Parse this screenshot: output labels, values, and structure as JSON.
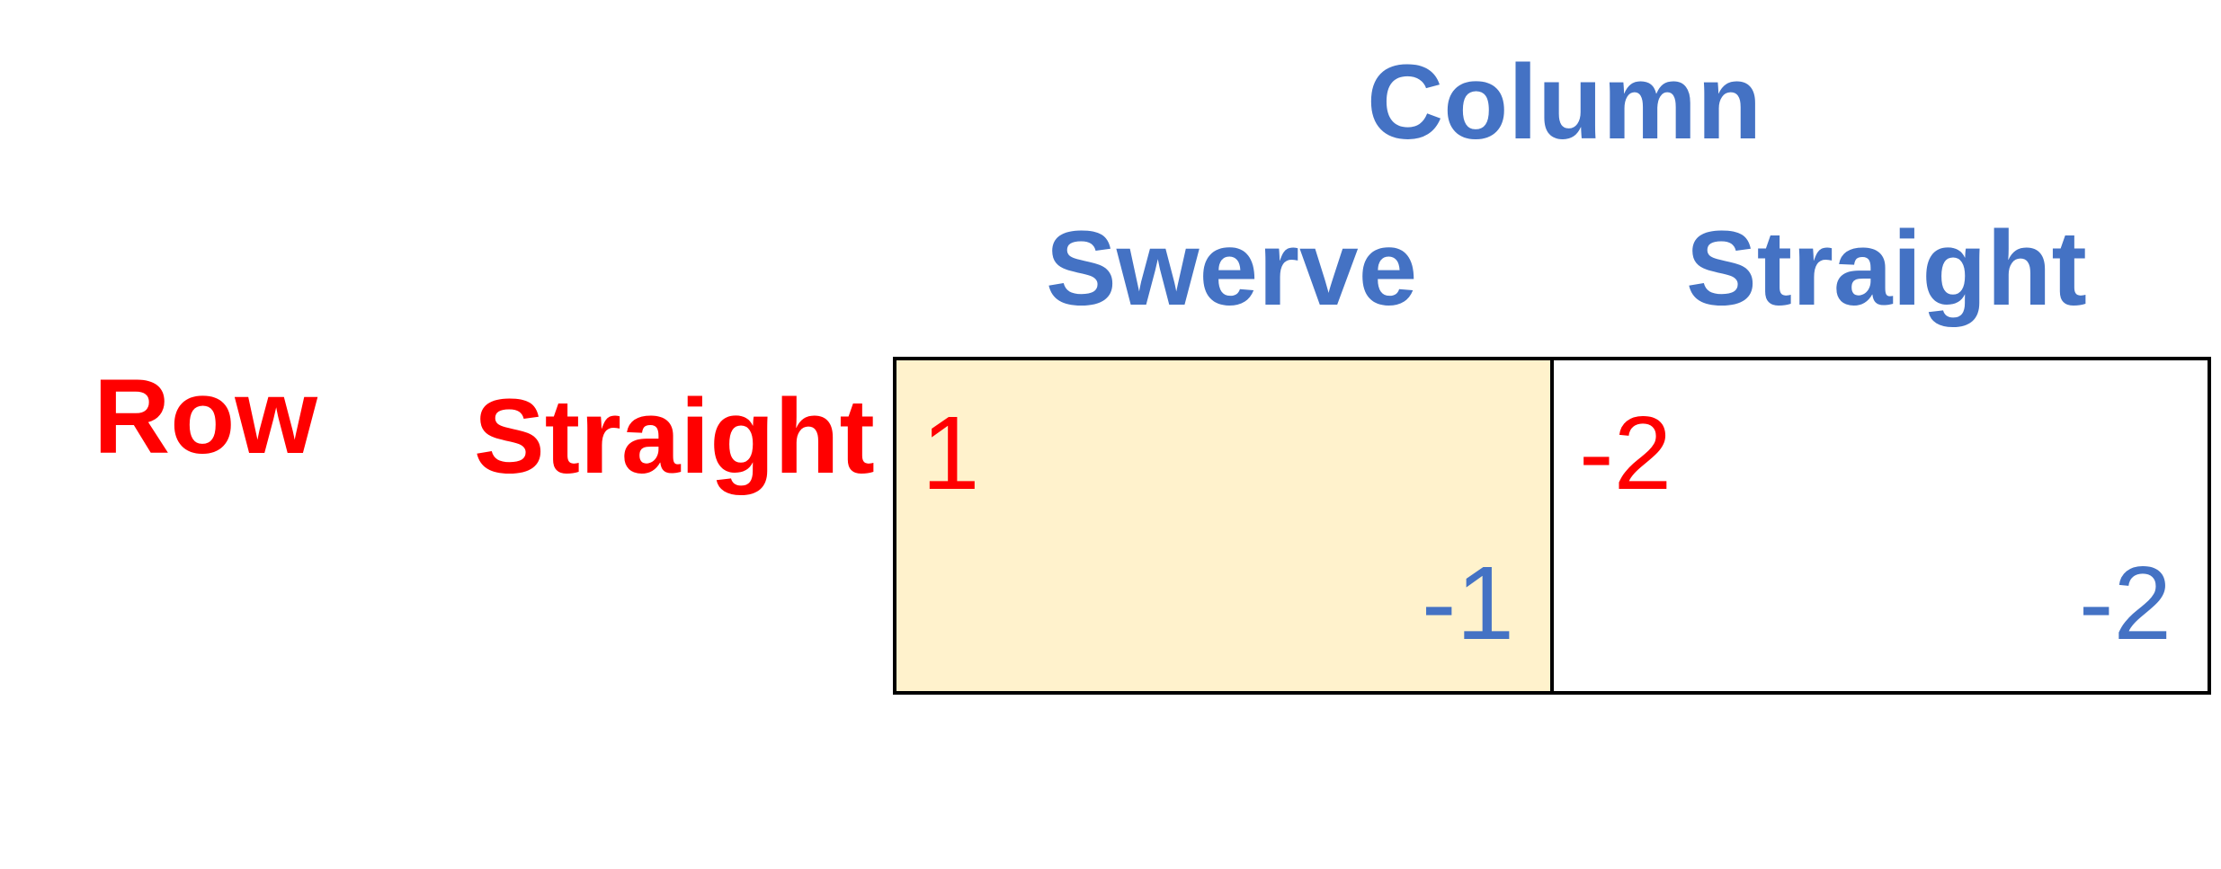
{
  "column_player": "Column",
  "row_player": "Row",
  "column_strategies": [
    "Swerve",
    "Straight"
  ],
  "row_strategies": [
    "Straight"
  ],
  "payoffs": [
    {
      "row_payoff": "1",
      "column_payoff": "-1",
      "highlighted": true
    },
    {
      "row_payoff": "-2",
      "column_payoff": "-2",
      "highlighted": false
    }
  ],
  "colors": {
    "row_player": "#FF0000",
    "column_player": "#4472C4",
    "highlight": "#FFF2CC",
    "grid": "#000000"
  }
}
